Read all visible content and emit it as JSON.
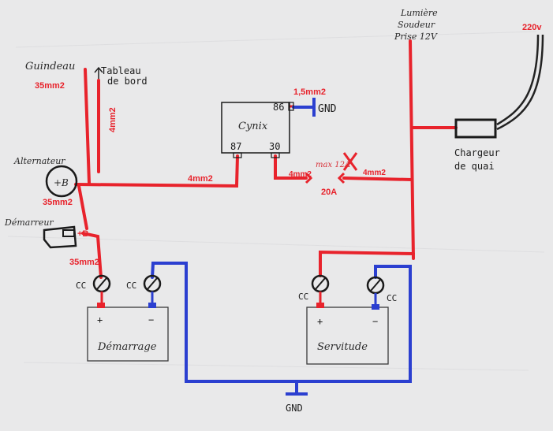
{
  "colors": {
    "paper": "#e9e9ea",
    "positive_wire": "#e8232c",
    "negative_wire": "#2b3fd0",
    "ink": "#222222"
  },
  "labels": {
    "guindeau": "Guindeau",
    "tableau_line1": "Tableau",
    "tableau_line2": "de bord",
    "alternateur": "Alternateur",
    "plus_b": "+B",
    "demarreur": "Démarreur",
    "cynix": "Cynix",
    "pin86": "86",
    "pin87": "87",
    "pin30": "30",
    "gnd_top": "GND",
    "gnd_bottom": "GND",
    "lumiere_line1": "Lumière",
    "lumiere_line2": "Soudeur",
    "lumiere_line3": "Prise 12V",
    "v220": "220v",
    "chargeur_line1": "Chargeur",
    "chargeur_line2": "de quai",
    "max_fuse": "max 12A",
    "fuse_20a": "20A",
    "cc": "CC",
    "battery_demarrage": "Démarrage",
    "battery_servitude": "Servitude",
    "plus": "+",
    "minus": "−"
  },
  "wire_sizes": {
    "w_35_top": "35mm2",
    "w_4_vertical": "4mm2",
    "w_35_alt": "35mm2",
    "w_4_to_87": "4mm2",
    "w_15": "1,5mm2",
    "w_4_from_30": "4mm2",
    "w_4_right": "4mm2",
    "w_35_bottom": "35mm2"
  }
}
